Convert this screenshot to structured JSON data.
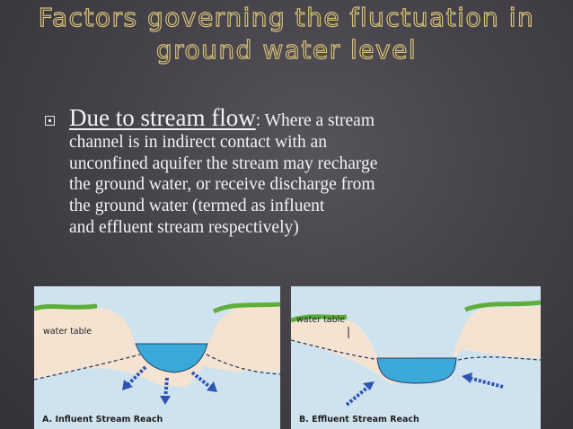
{
  "slide": {
    "title_line1": "Factors governing the fluctuation in",
    "title_line2": "ground water level",
    "bullet_icon": "square-bullet-icon",
    "heading": "Due to stream flow",
    "heading_colon": ":",
    "body_lines": [
      "Where a stream",
      "channel is in indirect contact with an",
      "unconfined aquifer the stream may recharge",
      "the ground water, or receive discharge from",
      "the ground water (termed as influent",
      "and effluent stream respectively)"
    ]
  },
  "diagrams": [
    {
      "caption": "A. Influent Stream Reach",
      "water_table_label": "water table"
    },
    {
      "caption": "B. Effluent Stream Reach",
      "water_table_label": "water table"
    }
  ],
  "colors": {
    "title_outline": "#d8c07a",
    "ground": "#f5e3d2",
    "aquifer": "#cfe3ef",
    "stream_water": "#3aa8d8",
    "grass": "#5fae3a",
    "flow_arrows": "#2f54b5"
  }
}
